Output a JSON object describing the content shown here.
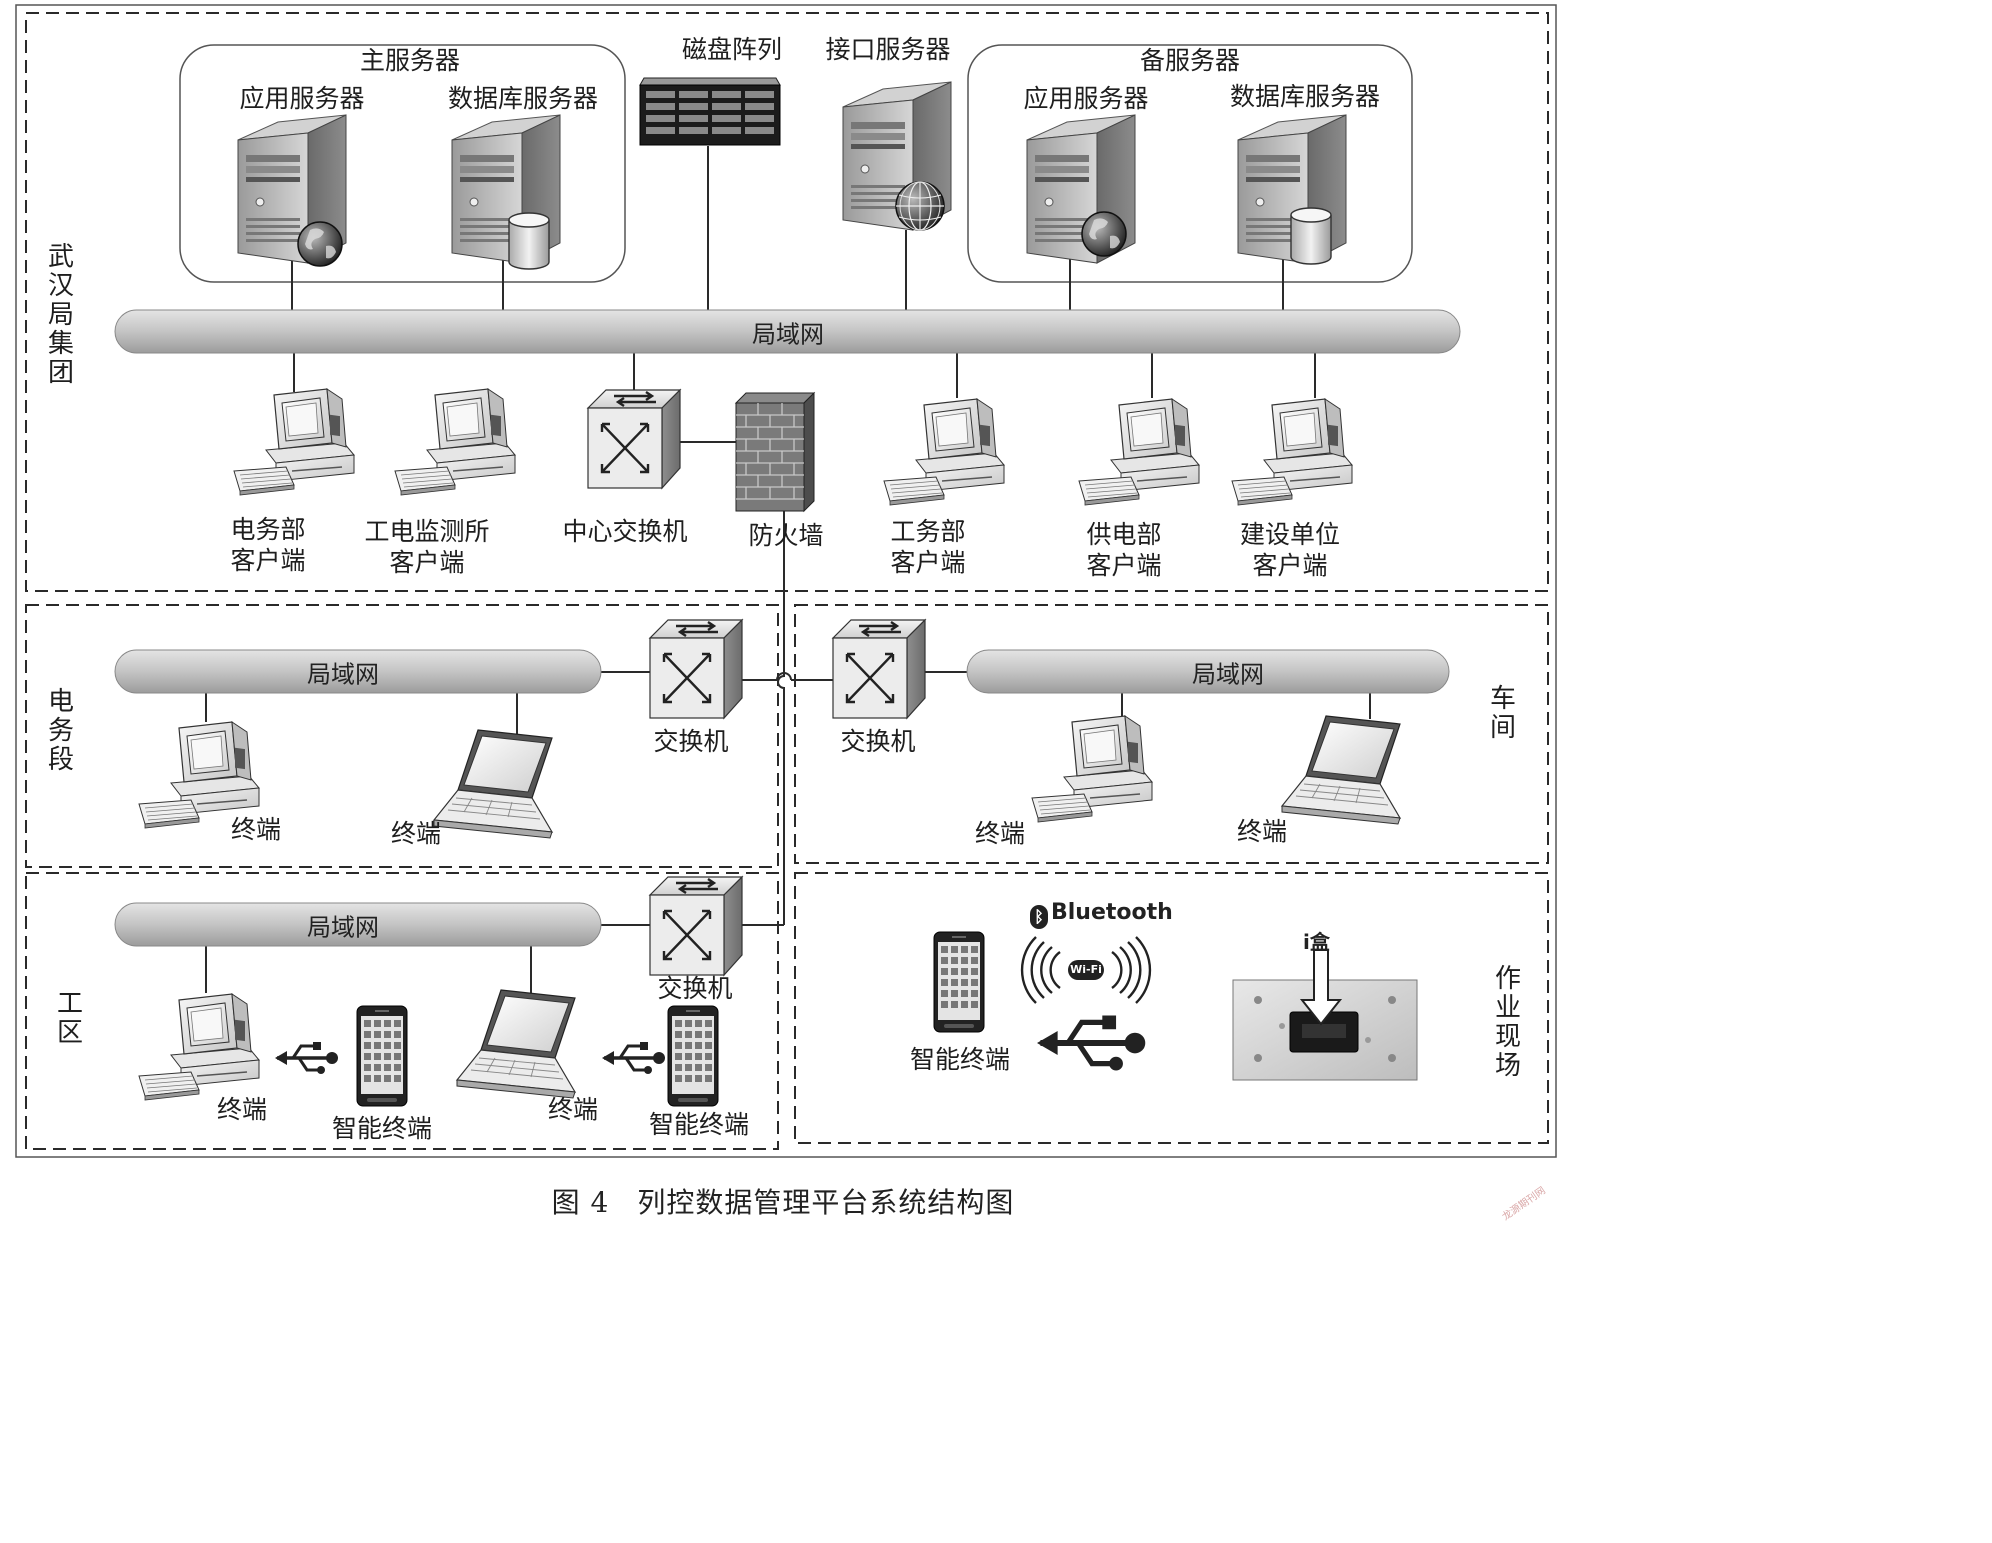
{
  "caption": {
    "figure_no": "图 4",
    "title": "列控数据管理平台系统结构图"
  },
  "regions": {
    "bureau": "武汉局集团",
    "depot": "电务段",
    "workshop": "车间",
    "work_area": "工区",
    "field": "作业现场"
  },
  "servers": {
    "main_group": "主服务器",
    "backup_group": "备服务器",
    "app_server": "应用服务器",
    "db_server": "数据库服务器",
    "disk_array": "磁盘阵列",
    "interface_server": "接口服务器"
  },
  "lan": "局域网",
  "bureau_nodes": {
    "signal_dept_1": "电务部",
    "signal_dept_2": "客户端",
    "monitor_1": "工电监测所",
    "monitor_2": "客户端",
    "core_switch": "中心交换机",
    "firewall": "防火墙",
    "works_dept_1": "工务部",
    "works_dept_2": "客户端",
    "power_dept_1": "供电部",
    "power_dept_2": "客户端",
    "builder_1": "建设单位",
    "builder_2": "客户端"
  },
  "switch": "交换机",
  "terminal": "终端",
  "smart_terminal": "智能终端",
  "field": {
    "bluetooth": "Bluetooth",
    "wifi": "Wi-Fi",
    "ibox": "i盒"
  },
  "watermark": "龙源期刊网",
  "icons": [
    "server-icon",
    "globe-icon",
    "database-icon",
    "disk-array-icon",
    "switch-icon",
    "firewall-icon",
    "desktop-computer-icon",
    "laptop-icon",
    "smartphone-icon",
    "usb-icon",
    "bluetooth-icon",
    "wifi-icon",
    "ibox-device-icon"
  ]
}
